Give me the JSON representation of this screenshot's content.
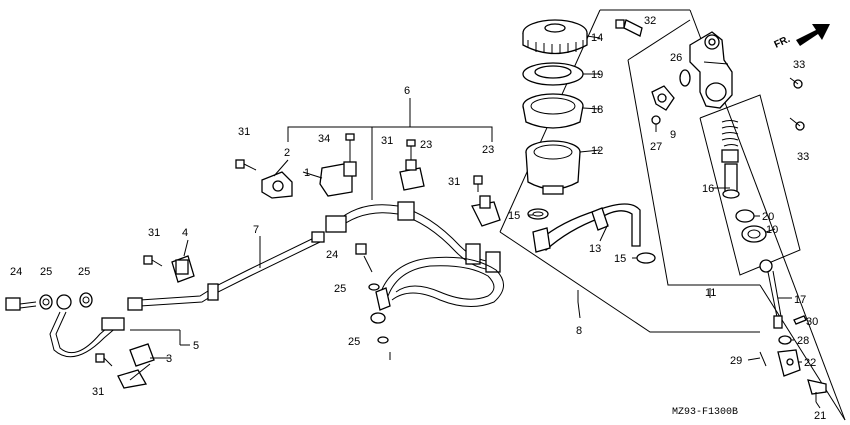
{
  "diagram": {
    "code": "MZ93-F1300B",
    "direction_label": "FR.",
    "callouts": [
      "1",
      "2",
      "3",
      "4",
      "5",
      "6",
      "7",
      "8",
      "9",
      "10",
      "11",
      "12",
      "13",
      "14",
      "15",
      "16",
      "17",
      "18",
      "19",
      "20",
      "21",
      "22",
      "23",
      "24",
      "25",
      "26",
      "27",
      "28",
      "29",
      "30",
      "31",
      "32",
      "33",
      "34"
    ]
  }
}
